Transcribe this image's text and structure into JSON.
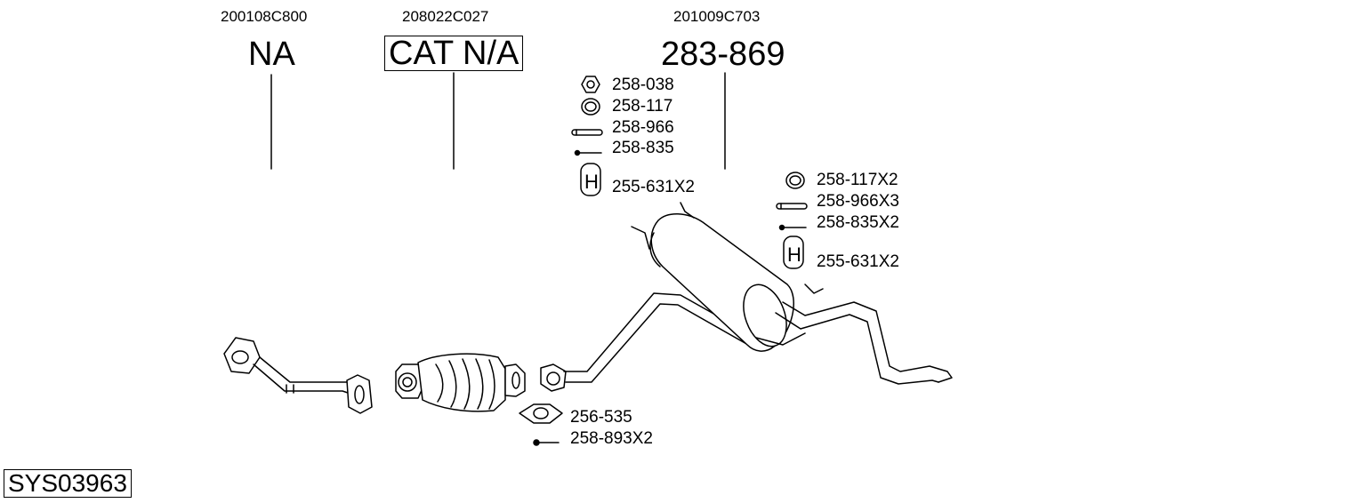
{
  "system_id": "SYS03963",
  "sections": [
    {
      "oem": "200108C800",
      "label": "NA"
    },
    {
      "oem": "208022C027",
      "label": "CAT N/A"
    },
    {
      "oem": "201009C703",
      "label": "283-869"
    }
  ],
  "accessories_rear_left": [
    "258-038",
    "258-117",
    "258-966",
    "258-835",
    "255-631X2"
  ],
  "accessories_rear_right": [
    "258-117X2",
    "258-966X3",
    "258-835X2",
    "255-631X2"
  ],
  "accessories_cat": [
    "256-535",
    "258-893X2"
  ],
  "icons": {
    "nut": "hex-nut-icon",
    "ring": "ring-gasket-icon",
    "sleeve": "sleeve-icon",
    "bolt": "bolt-icon",
    "hanger": "rubber-hanger-icon",
    "flange_gasket": "flange-gasket-icon"
  },
  "colors": {
    "line": "#000000",
    "fill": "#ffffff",
    "shade": "#e0e0e0"
  }
}
